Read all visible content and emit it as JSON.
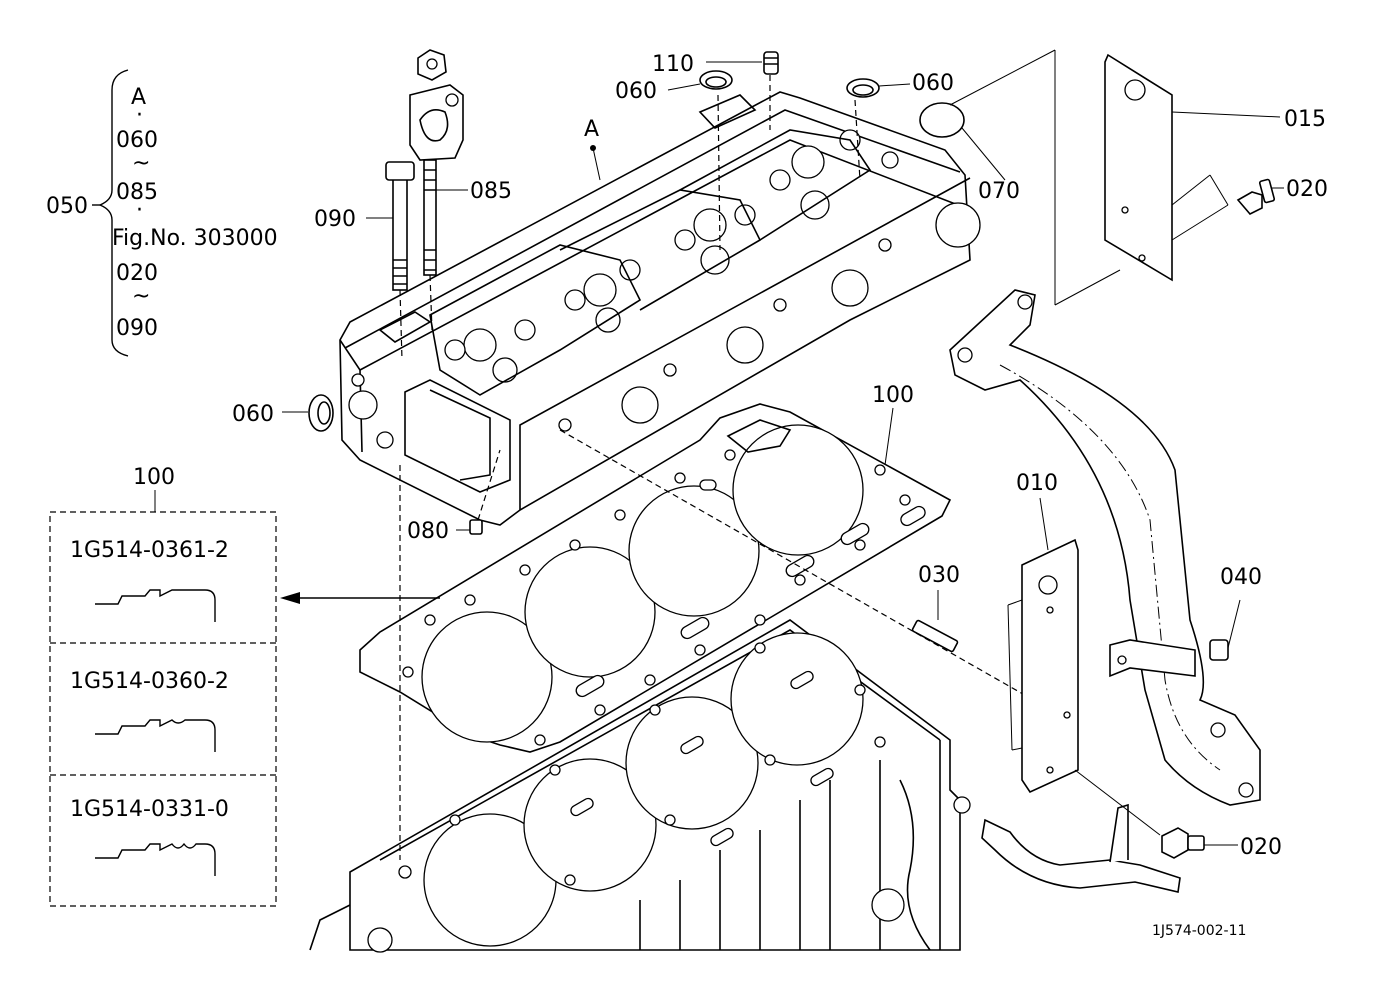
{
  "callouts": {
    "c110": "110",
    "c060_top": "060",
    "c060_right": "060",
    "c060_left": "060",
    "c015": "015",
    "c020_top": "020",
    "c020_bottom": "020",
    "c070": "070",
    "c085": "085",
    "c090": "090",
    "c100_gasket": "100",
    "c080": "080",
    "c010": "010",
    "c030": "030",
    "c040": "040",
    "c_A_marker": "A"
  },
  "assembly_bracket": {
    "ref": "050",
    "lines": [
      "A",
      "060",
      "085",
      "Fig.No. 303000",
      "020",
      "090"
    ]
  },
  "gasket_options": {
    "ref": "100",
    "items": [
      {
        "part_no": "1G514-0361-2"
      },
      {
        "part_no": "1G514-0360-2"
      },
      {
        "part_no": "1G514-0331-0"
      }
    ]
  },
  "figure_code": "1J574-002-11"
}
